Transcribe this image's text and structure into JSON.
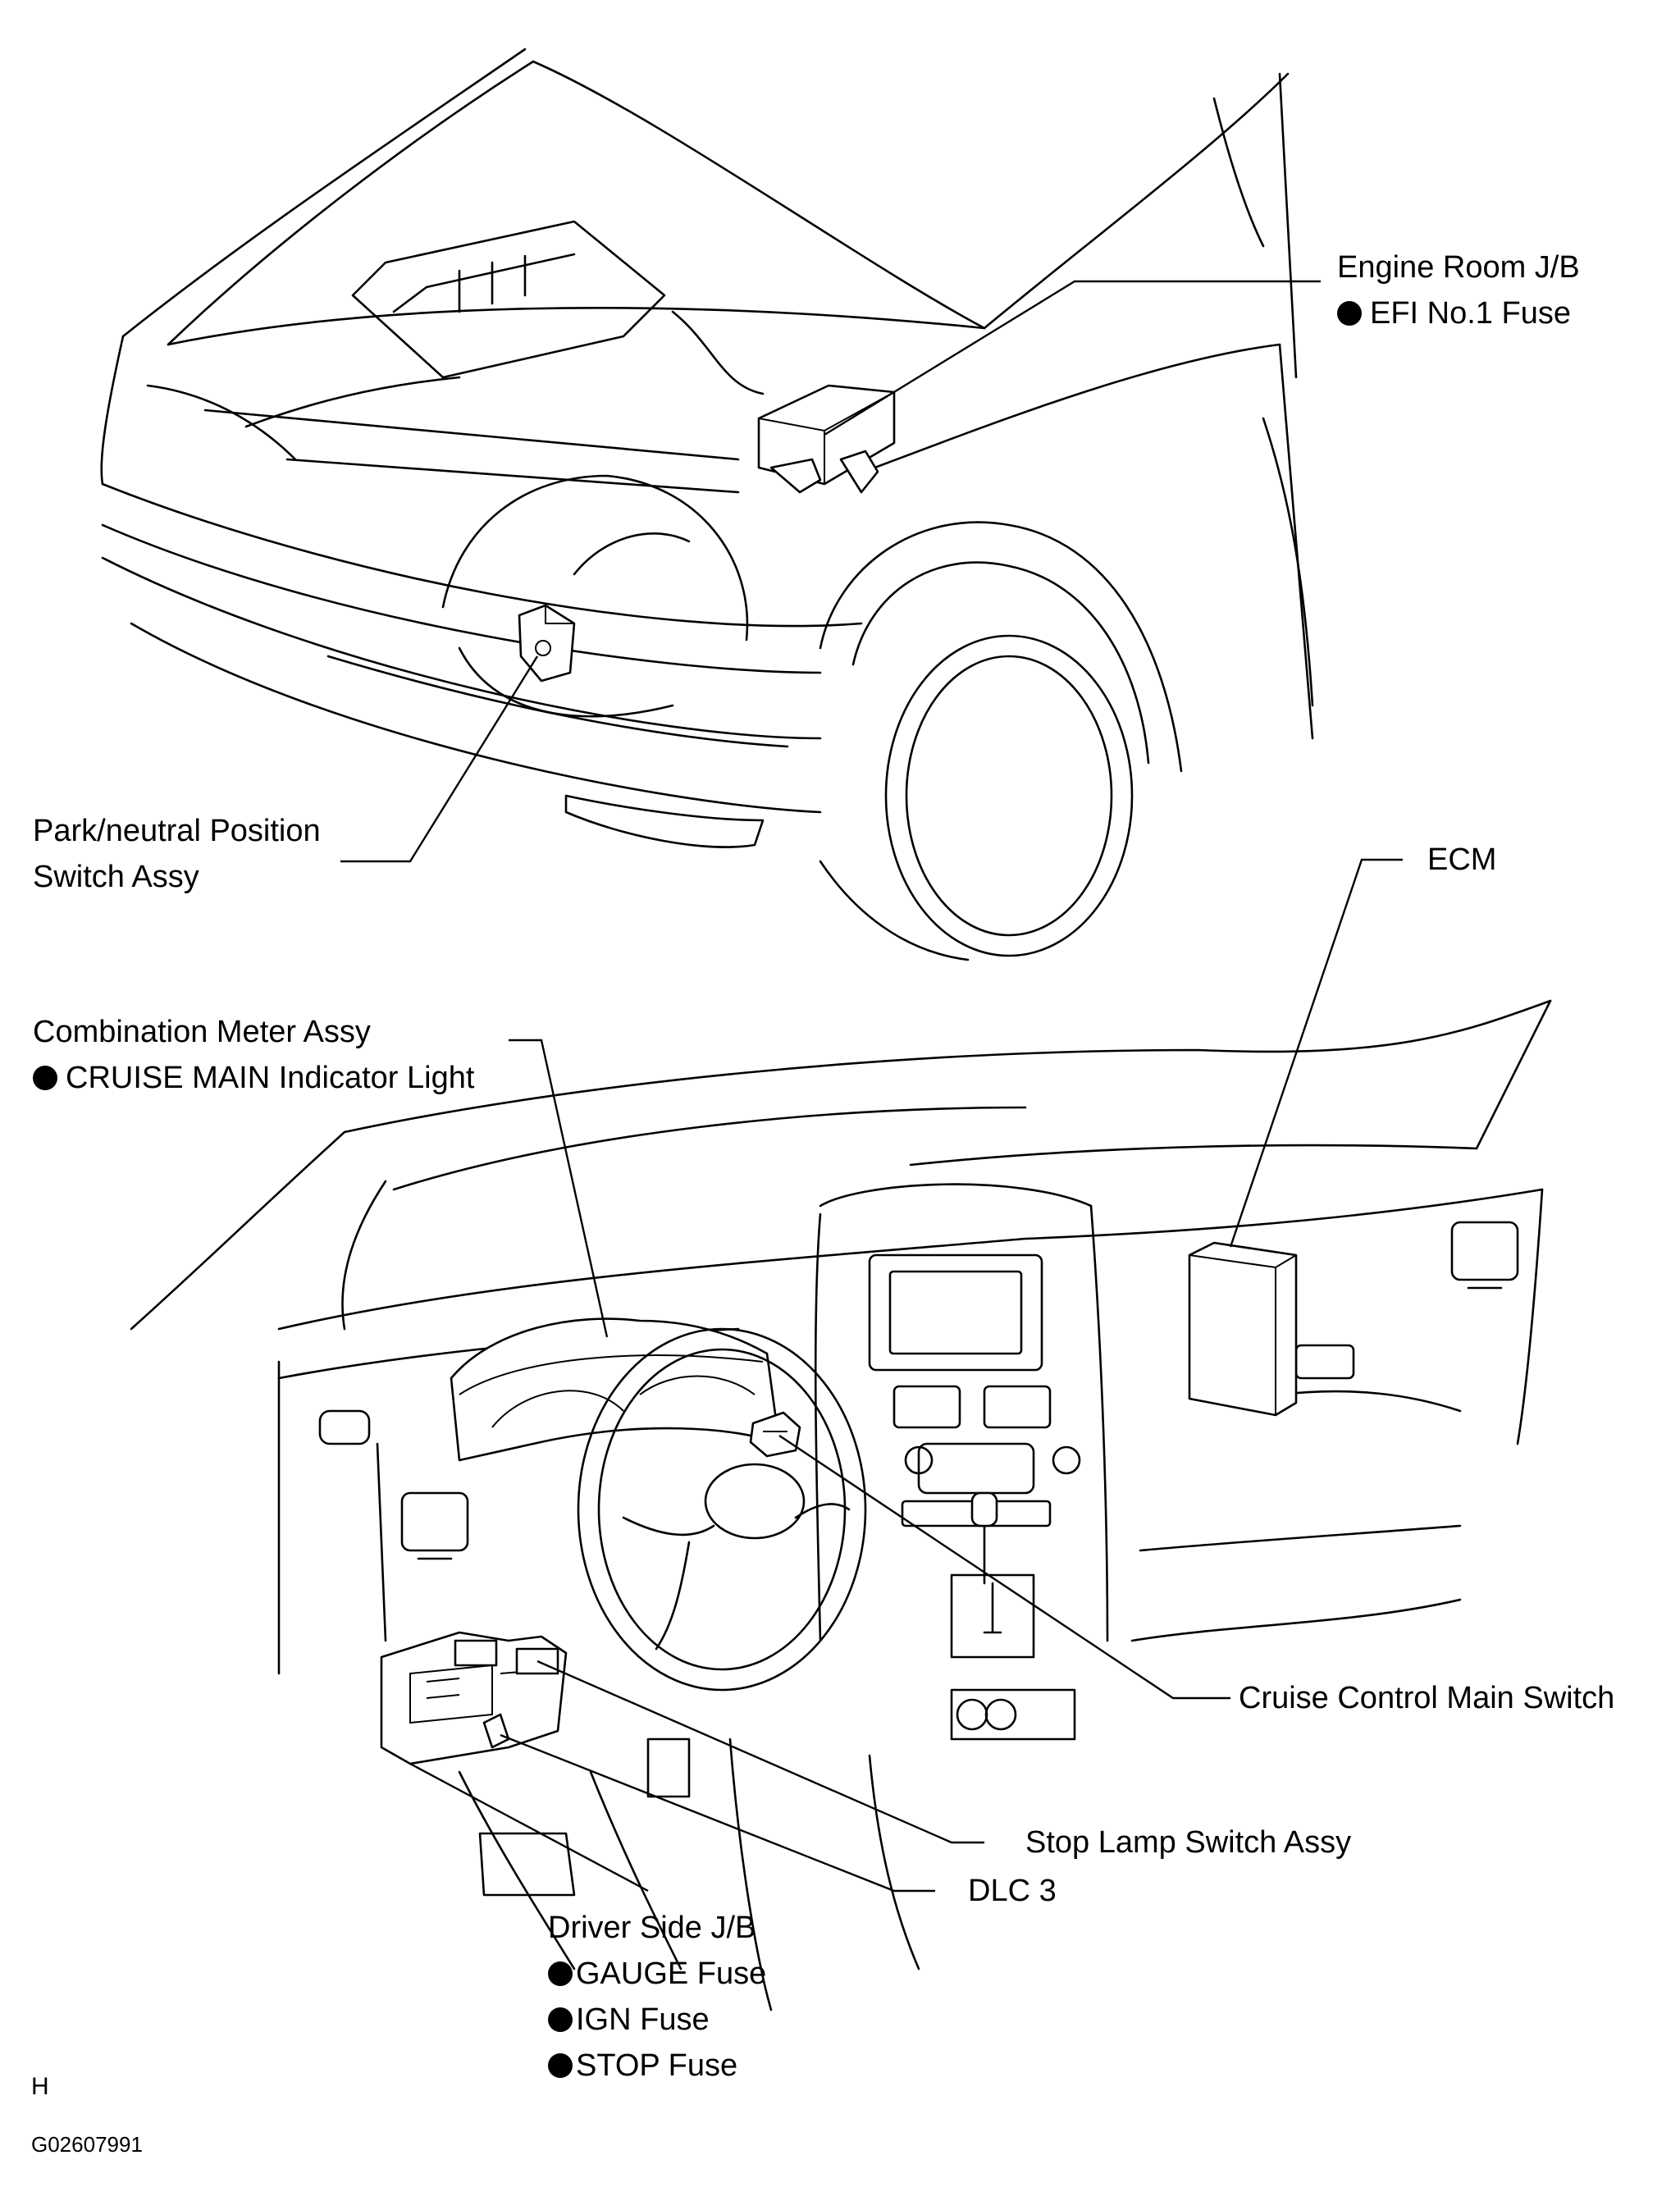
{
  "labels": {
    "engine_room_jb": "Engine Room J/B",
    "efi_fuse": "EFI No.1 Fuse",
    "park_neutral_1": "Park/neutral Position",
    "park_neutral_2": "Switch Assy",
    "ecm": "ECM",
    "combination_meter": "Combination Meter Assy",
    "cruise_main_light": "CRUISE MAIN Indicator Light",
    "cruise_control_switch": "Cruise Control Main Switch",
    "stop_lamp_switch": "Stop Lamp Switch Assy",
    "dlc3": "DLC 3",
    "driver_side_jb": "Driver Side J/B",
    "gauge_fuse": "GAUGE Fuse",
    "ign_fuse": "IGN Fuse",
    "stop_fuse": "STOP Fuse"
  },
  "footer": {
    "section_letter": "H",
    "figure_code": "G02607991"
  }
}
